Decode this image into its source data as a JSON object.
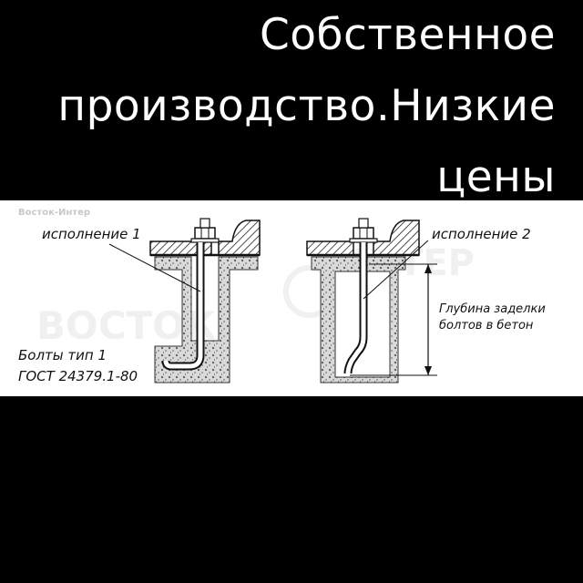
{
  "headline": {
    "line1": "Собственное",
    "line2": "производство.Низкие",
    "line3": "цены"
  },
  "diagram": {
    "watermark_small": "Восток-Интер",
    "watermark_left": "ВОСТОК",
    "watermark_right": "ИНТЕР",
    "variant1_label": "исполнение 1",
    "variant2_label": "исполнение 2",
    "depth_label_line1": "Глубина заделки",
    "depth_label_line2": "болтов в бетон",
    "caption_line1": "Болты тип 1",
    "caption_line2": "ГОСТ 24379.1-80"
  },
  "colors": {
    "background": "#000000",
    "headline_text": "#ffffff",
    "panel": "#ffffff",
    "concrete": "#d9d9d9",
    "ink": "#111111"
  }
}
